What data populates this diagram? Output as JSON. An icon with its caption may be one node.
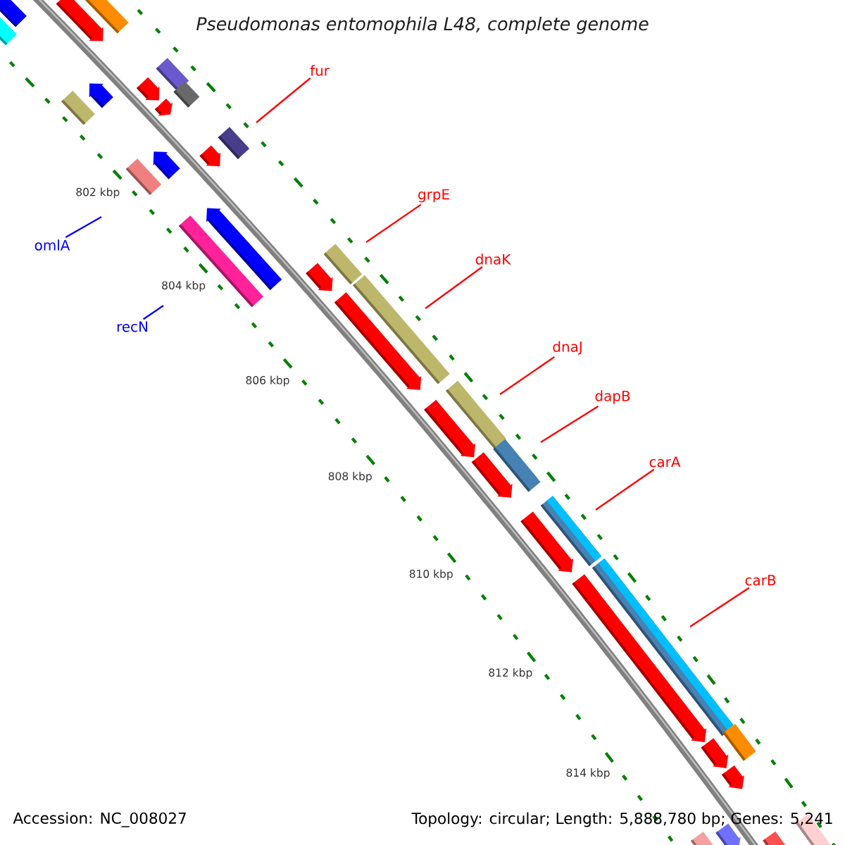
{
  "diagram": {
    "title": "Pseudomonas entomophila L48, complete genome",
    "nodes": [
      {
        "text": [
          "fur"
        ]
      },
      {
        "text": [
          "grpE"
        ]
      },
      {
        "text": [
          "omlA"
        ]
      },
      {
        "text": [
          "dnaK"
        ]
      },
      {
        "text": [
          "recN"
        ]
      },
      {
        "text": [
          "dnaJ"
        ]
      },
      {
        "text": [
          "dapB"
        ]
      },
      {
        "text": [
          "carA"
        ]
      },
      {
        "text": [
          "carB"
        ]
      }
    ],
    "edges": [
      {
        "from": 0,
        "to": null,
        "arrow": "none"
      },
      {
        "from": 1,
        "to": null,
        "arrow": "none"
      },
      {
        "from": 2,
        "to": null,
        "arrow": "none",
        "color": "#0000ff"
      },
      {
        "from": 3,
        "to": null,
        "arrow": "none"
      },
      {
        "from": 4,
        "to": null,
        "arrow": "none",
        "color": "#0000ff"
      },
      {
        "from": 5,
        "to": null,
        "arrow": "none"
      },
      {
        "from": 6,
        "to": null,
        "arrow": "none"
      },
      {
        "from": 7,
        "to": null,
        "arrow": "none"
      },
      {
        "from": 8,
        "to": null,
        "arrow": "none"
      }
    ],
    "labels": [
      "802 kbp",
      "804 kbp",
      "806 kbp",
      "808 kbp",
      "810 kbp",
      "812 kbp",
      "814 kbp",
      "Accession: NC_008027",
      "Topology: circular; Length: 5,888,780 bp; Genes: 5,241"
    ]
  }
}
